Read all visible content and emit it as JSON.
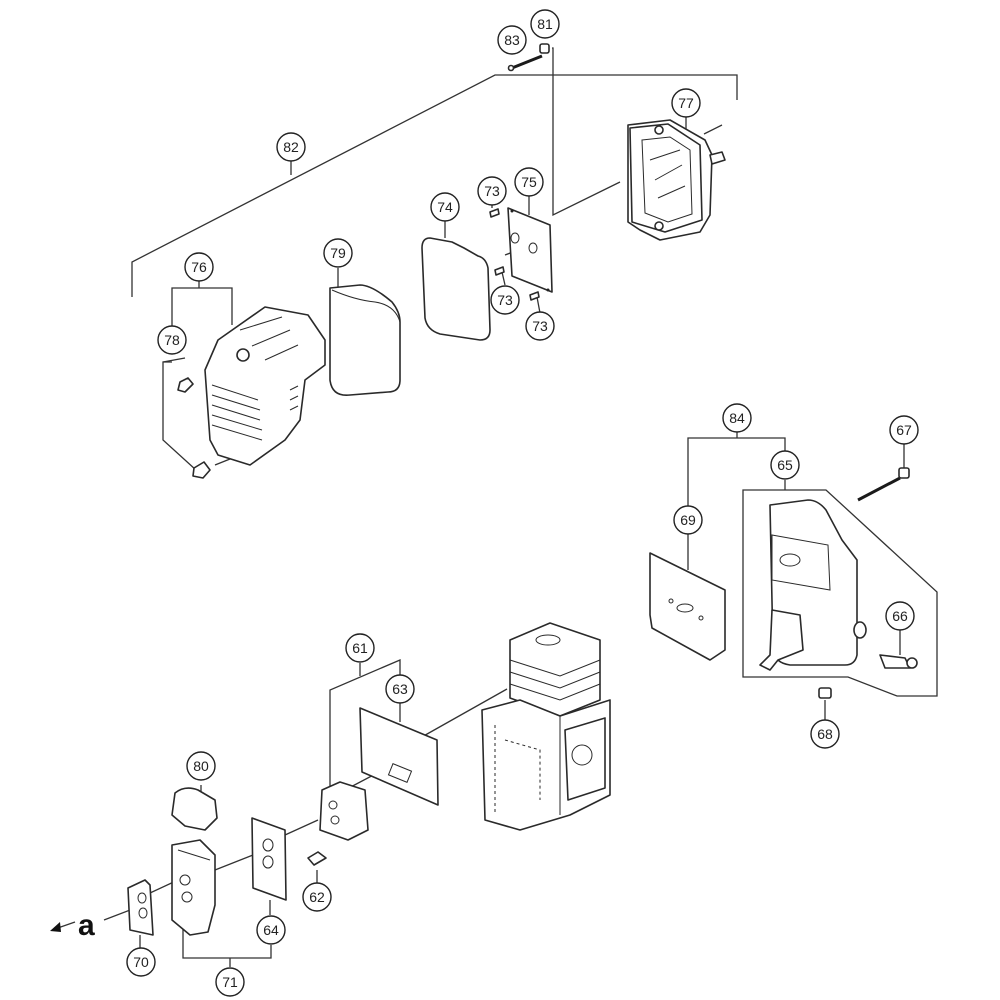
{
  "diagram": {
    "type": "exploded-parts-diagram",
    "callouts": {
      "c61": "61",
      "c62": "62",
      "c63": "63",
      "c64": "64",
      "c65": "65",
      "c66": "66",
      "c67": "67",
      "c68": "68",
      "c69": "69",
      "c70": "70",
      "c71": "71",
      "c73a": "73",
      "c73b": "73",
      "c73c": "73",
      "c74": "74",
      "c75": "75",
      "c76": "76",
      "c77": "77",
      "c78": "78",
      "c79": "79",
      "c80": "80",
      "c81": "81",
      "c82": "82",
      "c83": "83",
      "c84": "84"
    },
    "view_marker": "a"
  }
}
